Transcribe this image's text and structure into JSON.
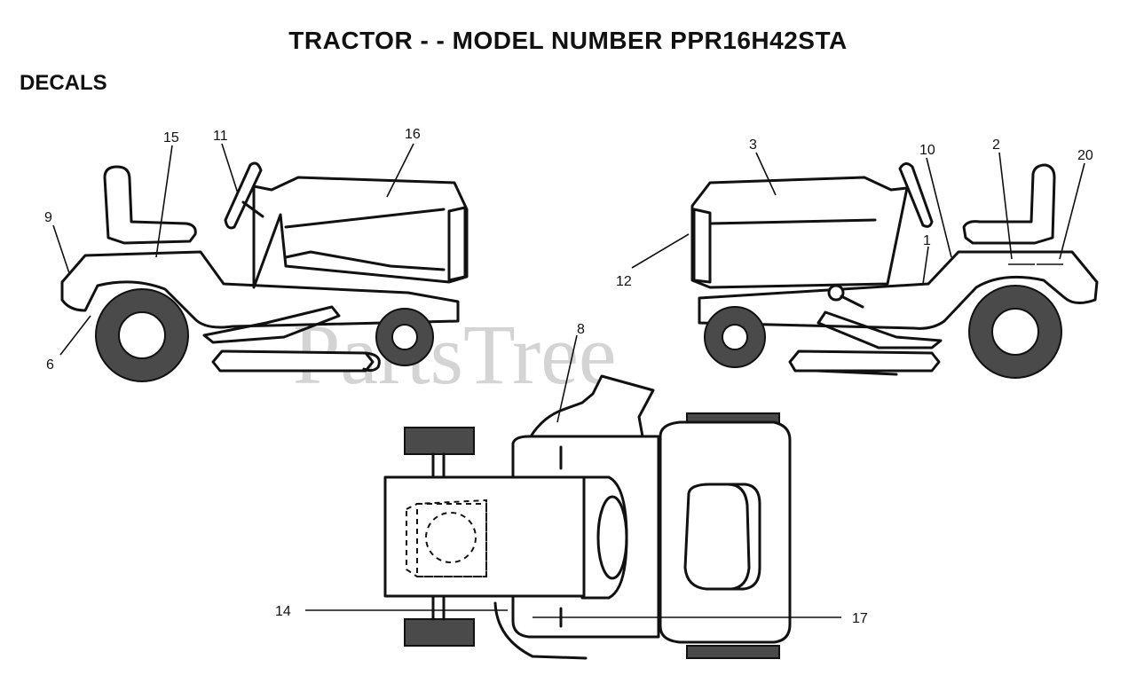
{
  "header": {
    "title": "TRACTOR - - MODEL NUMBER PPR16H42STA"
  },
  "section": {
    "label": "DECALS"
  },
  "watermark": {
    "text": "PartsTree"
  },
  "callouts": {
    "c9": "9",
    "c15": "15",
    "c11": "11",
    "c16": "16",
    "c6": "6",
    "c3": "3",
    "c10": "10",
    "c2": "2",
    "c20": "20",
    "c1": "1",
    "c12": "12",
    "c8": "8",
    "c14": "14",
    "c17": "17"
  },
  "colors": {
    "ink": "#111111",
    "tire": "#4a4a4a",
    "watermark": "#d4d4d4"
  }
}
